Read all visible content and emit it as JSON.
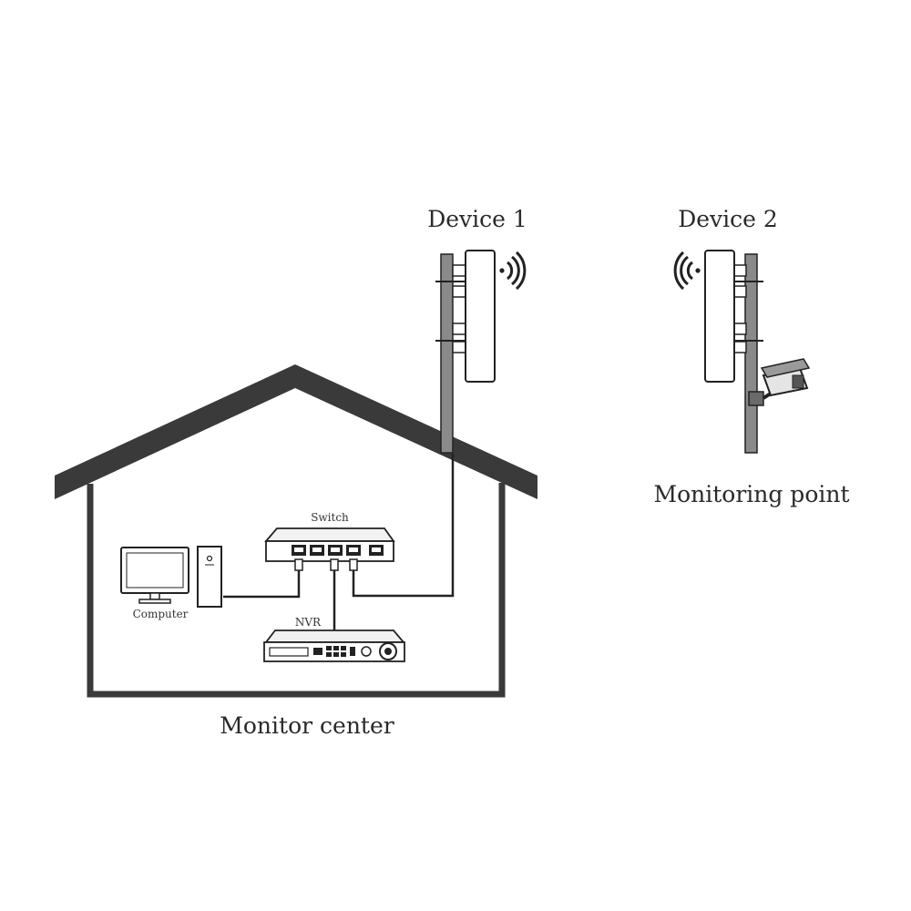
{
  "labels": {
    "device1": "Device 1",
    "device2": "Device 2",
    "monitoring_point": "Monitoring point",
    "monitor_center": "Monitor center",
    "switch": "Switch",
    "computer": "Computer",
    "nvr": "NVR"
  },
  "icons": {
    "house": "house-outline-icon",
    "pole": "mounting-pole-icon",
    "bridge": "wireless-bridge-icon",
    "wifi": "wifi-signal-icon",
    "camera": "cctv-camera-icon",
    "switch": "network-switch-icon",
    "computer": "computer-monitor-icon",
    "nvr": "nvr-recorder-icon"
  },
  "colors": {
    "line": "#333333",
    "house_fill": "#3a3a3a",
    "pole_fill": "#8a8a8a"
  }
}
